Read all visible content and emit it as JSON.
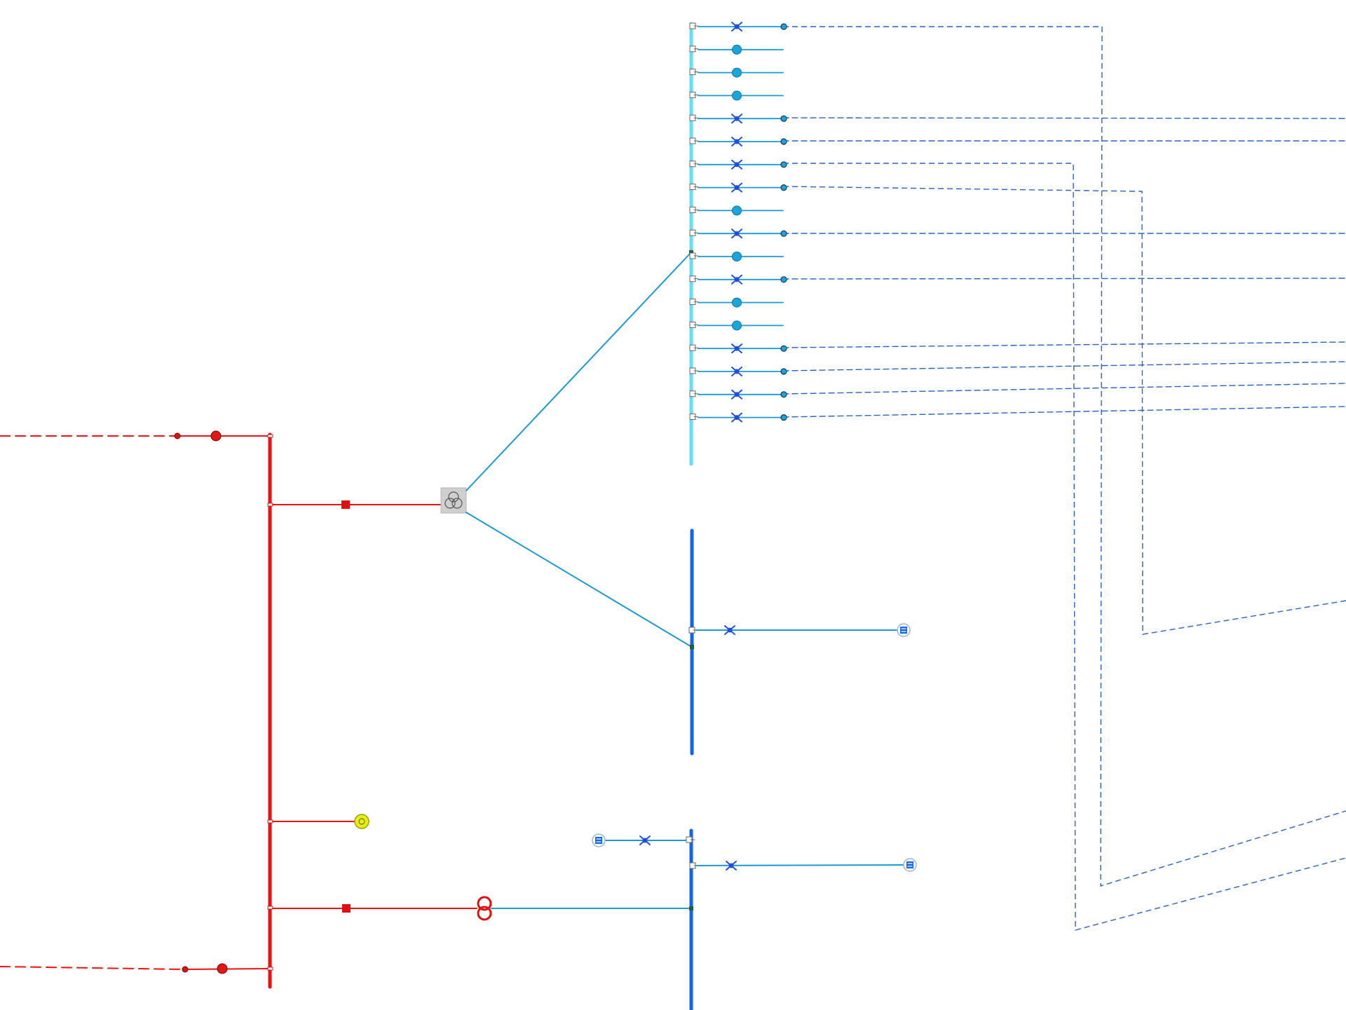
{
  "colors": {
    "hv_bus": "#ee1111",
    "feeder_bus": "#66ddf0",
    "mv_bus": "#1166e8",
    "line": "#1a9ad6",
    "dashed": "#2a62c4",
    "breaker": "#1f4fe0",
    "node_fill": "#19a6dc",
    "generator_fill": "#e6ee1a",
    "transformer_box": "#cfcfcf"
  },
  "feeder_rows": [
    {
      "kind": "breaker",
      "link": true
    },
    {
      "kind": "open",
      "link": false
    },
    {
      "kind": "open",
      "link": false
    },
    {
      "kind": "open",
      "link": false
    },
    {
      "kind": "breaker",
      "link": true
    },
    {
      "kind": "breaker",
      "link": true
    },
    {
      "kind": "breaker",
      "link": true
    },
    {
      "kind": "breaker",
      "link": true
    },
    {
      "kind": "open",
      "link": false
    },
    {
      "kind": "breaker",
      "link": true
    },
    {
      "kind": "open",
      "link": false
    },
    {
      "kind": "breaker",
      "link": true
    },
    {
      "kind": "open",
      "link": false
    },
    {
      "kind": "open",
      "link": false
    },
    {
      "kind": "breaker",
      "link": true
    },
    {
      "kind": "breaker",
      "link": true
    },
    {
      "kind": "breaker",
      "link": true
    },
    {
      "kind": "breaker",
      "link": true
    }
  ],
  "icons": {
    "transformer": "three-winding-transformer-icon",
    "two_winding": "two-winding-transformer-icon",
    "generator": "generator-icon",
    "load": "load-icon",
    "breaker": "breaker-icon",
    "hv_breaker": "hv-breaker-icon"
  }
}
